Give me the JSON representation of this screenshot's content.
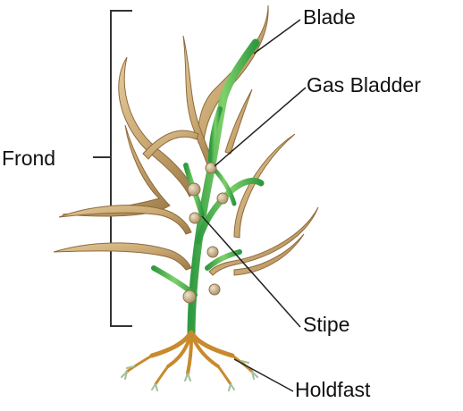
{
  "labels": {
    "blade": "Blade",
    "gas_bladder": "Gas Bladder",
    "frond": "Frond",
    "stipe": "Stipe",
    "holdfast": "Holdfast"
  },
  "colors": {
    "blade_tan": "#c9a872",
    "blade_tan_dark": "#8f6a3c",
    "stipe_green": "#3aa84a",
    "stipe_green_light": "#7fcf6a",
    "bladder": "#c7b28c",
    "holdfast": "#c88a2c",
    "holdfast_tips": "#9fc09a",
    "leader": "#222222"
  }
}
